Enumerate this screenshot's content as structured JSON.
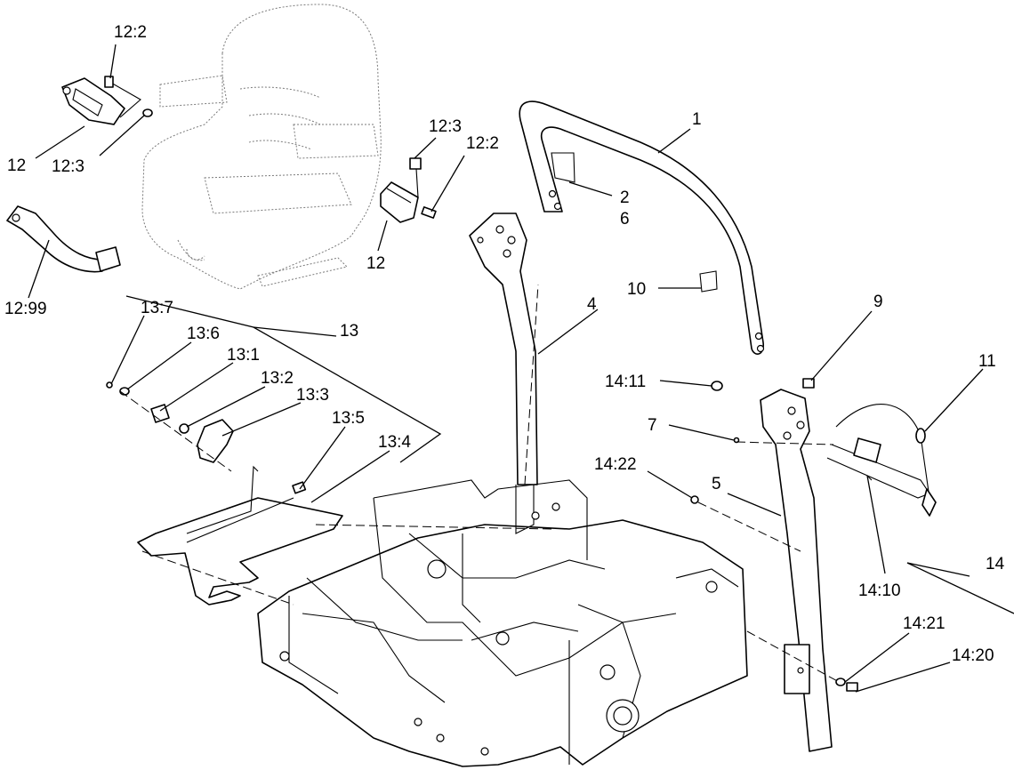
{
  "callouts": {
    "c_12_2_a": "12:2",
    "c_12_a": "12",
    "c_12_3_a": "12:3",
    "c_12_99": "12:99",
    "c_12_3_b": "12:3",
    "c_12_2_b": "12:2",
    "c_12_b": "12",
    "c_1": "1",
    "c_2": "2",
    "c_6": "6",
    "c_10": "10",
    "c_4": "4",
    "c_9": "9",
    "c_11": "11",
    "c_14_11": "14:11",
    "c_7": "7",
    "c_14_22": "14:22",
    "c_5": "5",
    "c_14": "14",
    "c_14_10": "14:10",
    "c_14_21": "14:21",
    "c_14_20": "14:20",
    "c_13": "13",
    "c_13_7": "13:7",
    "c_13_6": "13:6",
    "c_13_1": "13:1",
    "c_13_2": "13:2",
    "c_13_3": "13:3",
    "c_13_5": "13:5",
    "c_13_4": "13:4"
  }
}
